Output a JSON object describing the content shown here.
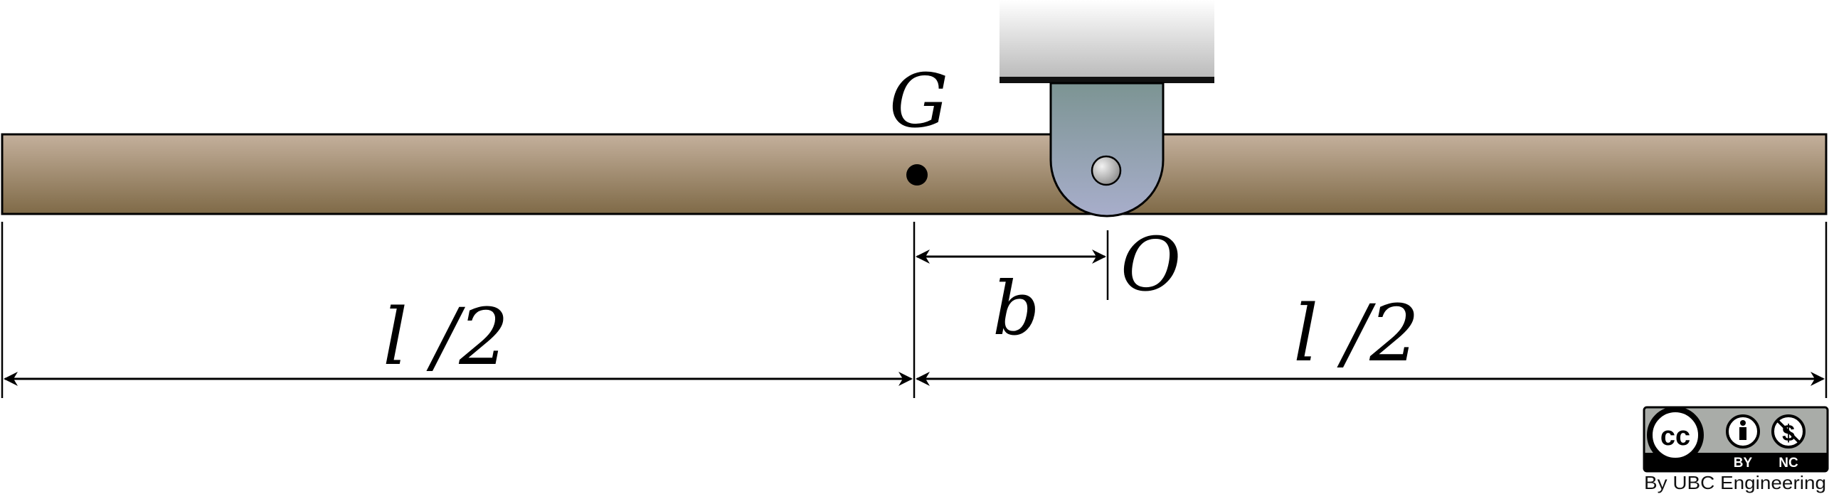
{
  "labels": {
    "center_of_mass": "G",
    "pivot": "O",
    "offset": "b",
    "half_length_left": "l /2",
    "half_length_right": "l /2"
  },
  "license": {
    "badge_cc": "cc",
    "badge_by": "BY",
    "badge_nc": "NC",
    "credit": "By UBC Engineering"
  },
  "colors": {
    "bar_top": "#c4b09c",
    "bar_bottom": "#7f6a47",
    "bracket_top": "#7f9795",
    "bracket_bottom": "#a5acc8",
    "ceiling_top": "#ffffff",
    "ceiling_bottom": "#bdbdbd"
  }
}
